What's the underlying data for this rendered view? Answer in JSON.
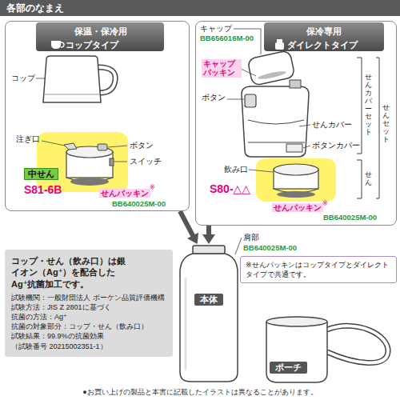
{
  "diagram": {
    "title": "各部のなまえ",
    "caption": "●お買い上げの製品と本書に記載したイラストは異なることがあります。",
    "nodes": [
      {
        "text": [
          "保温・保冷用",
          "コップタイプ"
        ]
      },
      {
        "text": [
          "中せん"
        ],
        "in": 0
      },
      {
        "text": [
          "保冷専用",
          "ダイレクトタイプ"
        ]
      },
      {
        "text": [
          "コップ・せん（飲み口）は銀イオン（Ag⁺）を配合したAg⁺抗菌加工です。",
          "試験機関：一般財団法人 ボーケン品質評価機構",
          "試験方法：JIS Z 2801に基づく",
          "抗菌の方法：Ag⁺",
          "抗菌の対象部分：コップ・せん（飲み口）",
          "試験結果：99.9%の抗菌効果",
          "（試験番号 20215002351-1）"
        ]
      },
      {
        "text": [
          "※せんパッキンはコップタイプとダイレクトタイプで共通です。"
        ]
      },
      {
        "text": [
          "本体"
        ]
      },
      {
        "text": [
          "ポーチ"
        ]
      }
    ],
    "edges": [
      {
        "from": 0,
        "to": 5,
        "arrow": "to"
      },
      {
        "from": 2,
        "to": 5,
        "arrow": "to"
      }
    ],
    "labels": [
      "コップ",
      "注ぎ口",
      "ボタン",
      "スイッチ",
      "S81-6B",
      "せんパッキン",
      "※",
      "BB640025M-00",
      "キャップ",
      "BB656016M-00",
      "キャップ パッキン",
      "ボタン",
      "せんカバー",
      "ボタンカバー",
      "せんカバーセット",
      "せんセット",
      "せん",
      "飲み口",
      "S80-△△",
      "せんパッキン",
      "※",
      "BB640025M-00",
      "肩部",
      "BB640025M-00"
    ]
  }
}
